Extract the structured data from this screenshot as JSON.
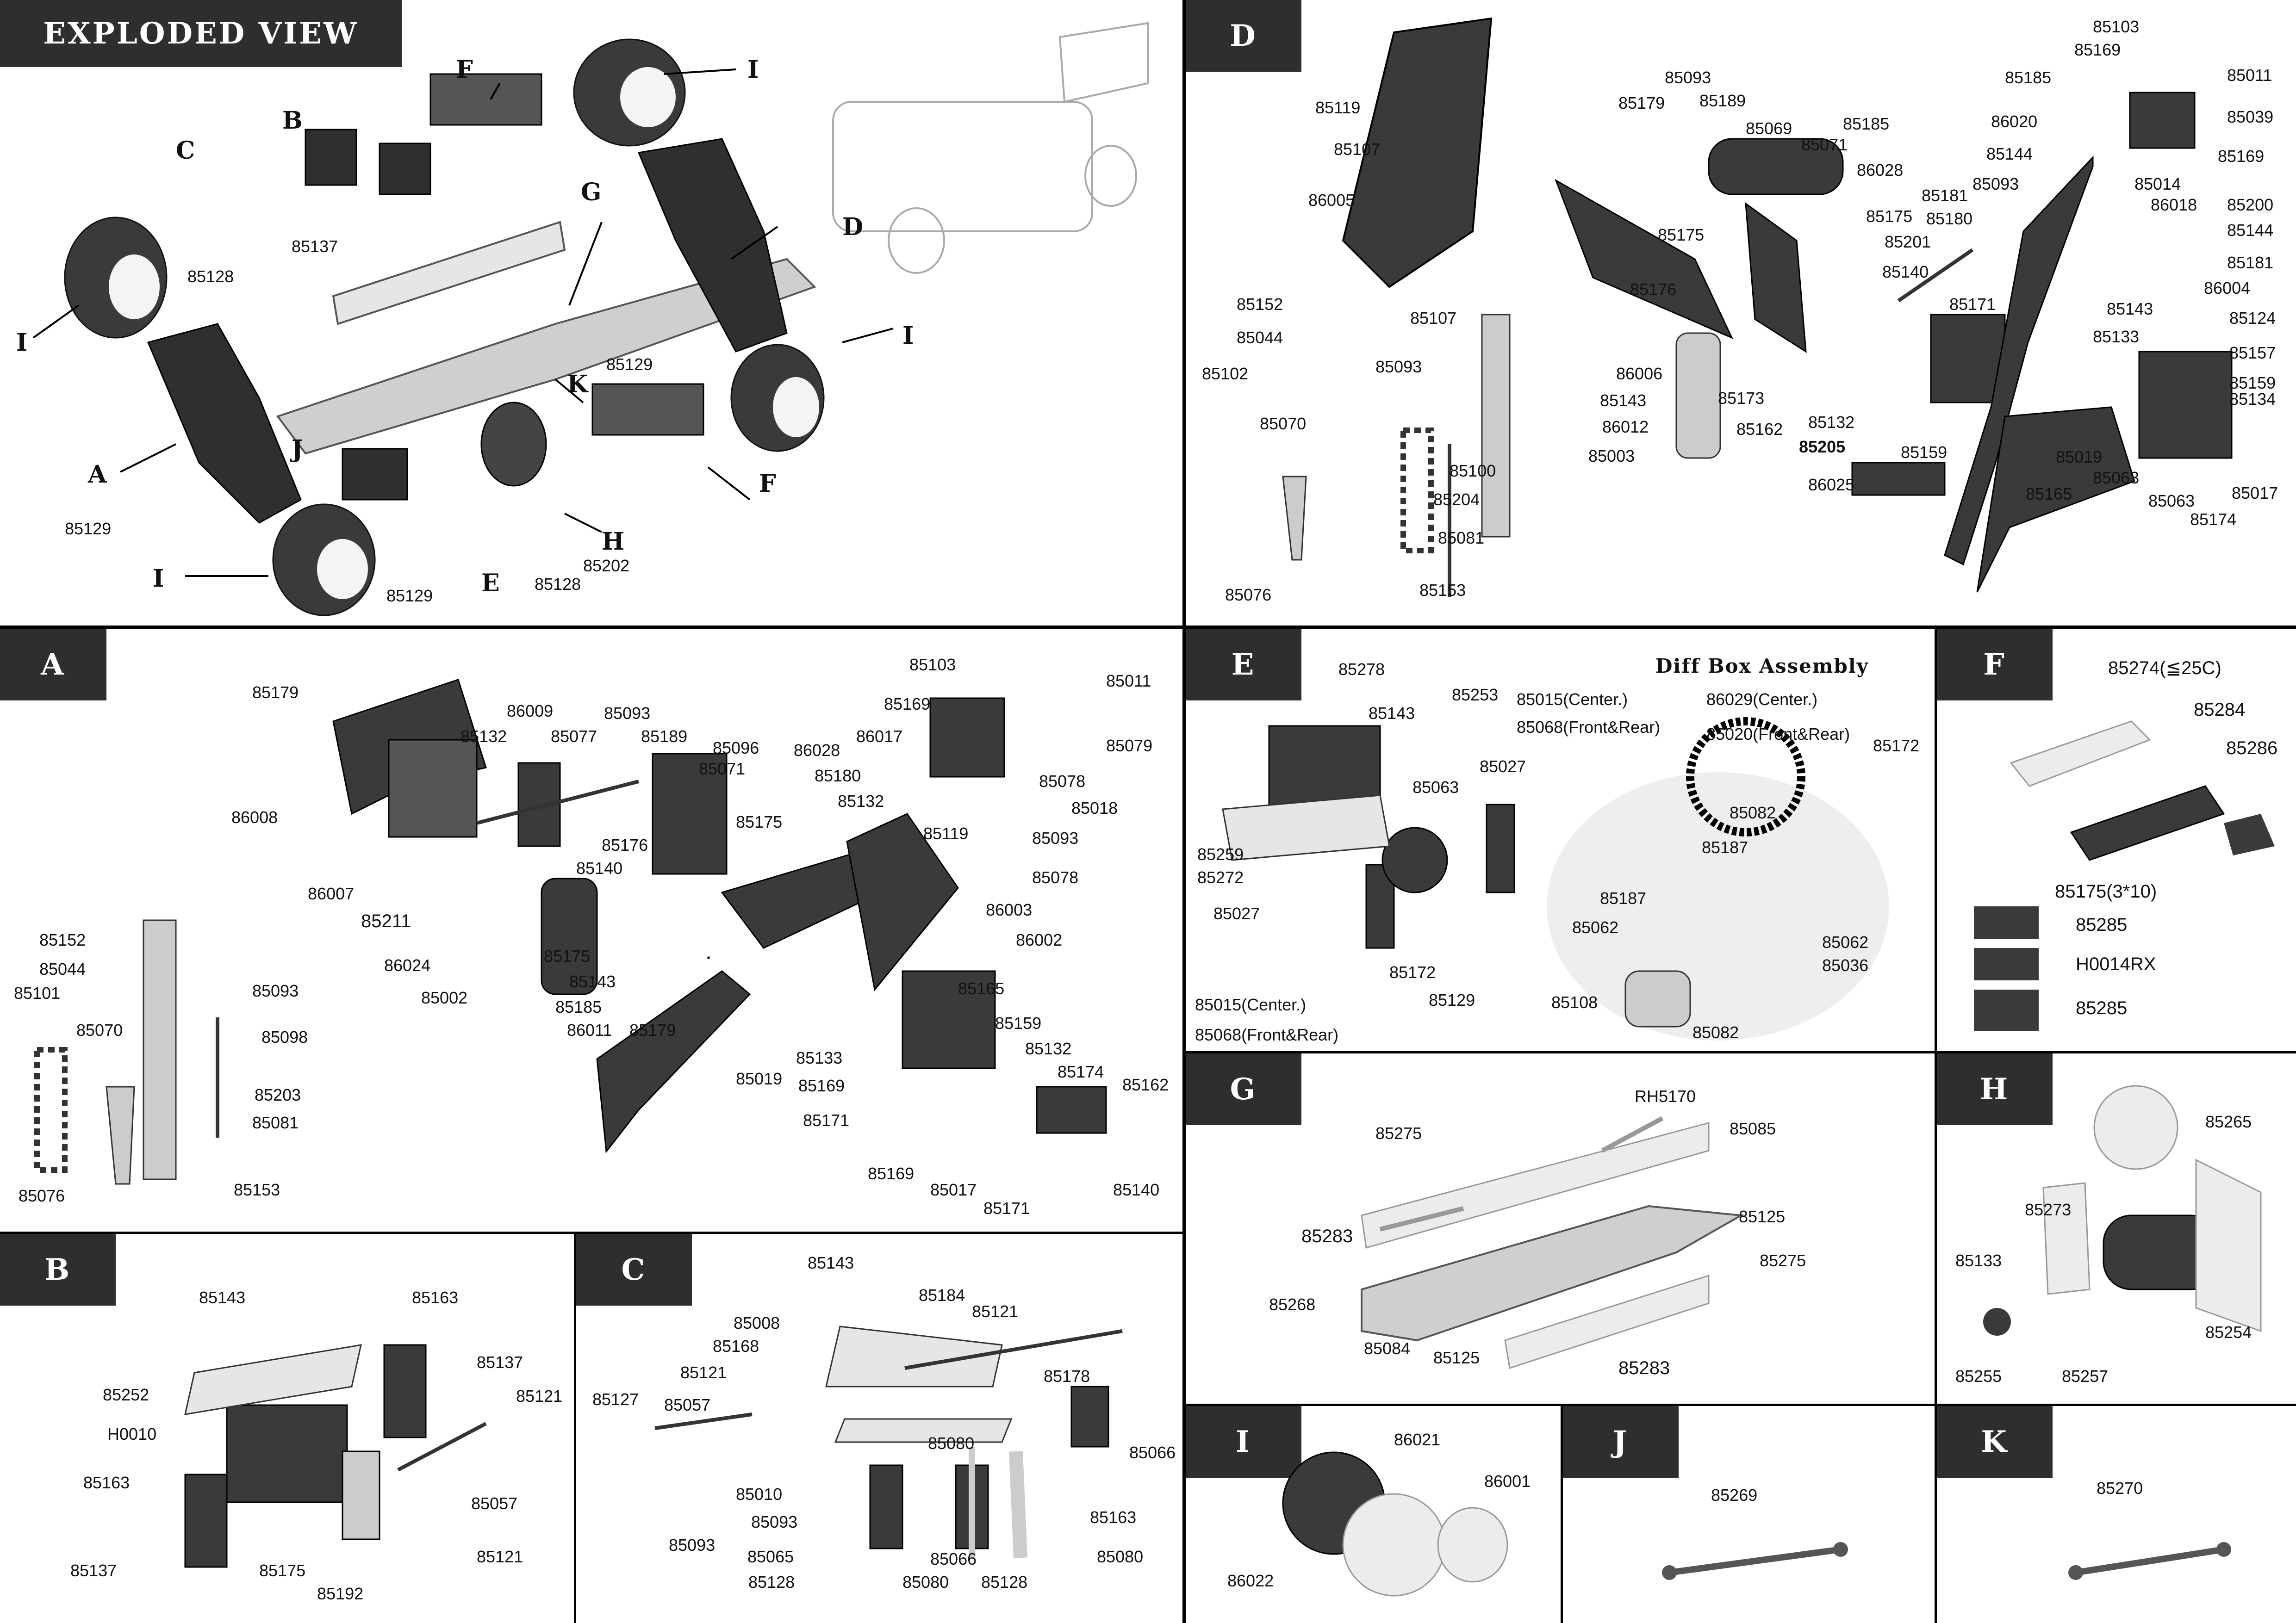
{
  "title": "EXPLODED VIEW",
  "exploded": {
    "labels": [
      "A",
      "B",
      "C",
      "D",
      "E",
      "F",
      "F",
      "G",
      "H",
      "I",
      "I",
      "I",
      "I",
      "J",
      "K"
    ],
    "parts": [
      "85137",
      "85128",
      "85129",
      "85129",
      "85129",
      "85128",
      "85202"
    ]
  },
  "panels": {
    "A": {
      "title": "A",
      "parts": [
        "85179",
        "86009",
        "85093",
        "85132",
        "85077",
        "85189",
        "85096",
        "86028",
        "86017",
        "85169",
        "85103",
        "85011",
        "86008",
        "85071",
        "85180",
        "85079",
        "85078",
        "85018",
        "85132",
        "85175",
        "85119",
        "85093",
        "85078",
        "86007",
        "85176",
        "85140",
        "86003",
        "85211",
        "86002",
        "86024",
        "85175",
        "85143",
        "85185",
        "86011",
        "85179",
        "85165",
        "85002",
        "85152",
        "85044",
        "85101",
        "85070",
        "85093",
        "85098",
        "85203",
        "85081",
        "85076",
        "85153",
        "85159",
        "85132",
        "85174",
        "85162",
        "85019",
        "85133",
        "85169",
        "85171",
        "85169",
        "85017",
        "85171",
        "85140"
      ]
    },
    "B": {
      "title": "B",
      "parts": [
        "85143",
        "85163",
        "85252",
        "85137",
        "H0010",
        "85121",
        "85163",
        "85057",
        "85137",
        "85175",
        "85192",
        "85121"
      ]
    },
    "C": {
      "title": "C",
      "parts": [
        "85143",
        "85184",
        "85008",
        "85121",
        "85168",
        "85121",
        "85127",
        "85057",
        "85178",
        "85080",
        "85066",
        "85010",
        "85093",
        "85163",
        "85065",
        "85093",
        "85066",
        "85080",
        "85128",
        "85080",
        "85128"
      ]
    },
    "D": {
      "title": "D",
      "parts": [
        "85103",
        "85169",
        "85011",
        "85093",
        "85185",
        "85039",
        "85119",
        "85179",
        "85189",
        "85069",
        "85071",
        "85185",
        "86020",
        "85107",
        "85144",
        "85169",
        "85014",
        "86028",
        "85093",
        "85181",
        "85200",
        "86005",
        "85180",
        "86018",
        "85144",
        "85175",
        "85175",
        "85201",
        "85181",
        "85176",
        "85140",
        "86004",
        "85152",
        "85171",
        "85143",
        "85124",
        "85107",
        "85044",
        "85093",
        "86006",
        "85133",
        "85157",
        "85102",
        "85159",
        "85143",
        "85173",
        "85134",
        "85070",
        "85100",
        "86012",
        "85162",
        "85132",
        "85205",
        "85003",
        "85159",
        "85019",
        "85063",
        "85017",
        "85204",
        "86025",
        "85165",
        "85063",
        "85174",
        "85081",
        "85076",
        "85153"
      ]
    },
    "E": {
      "title": "E",
      "subtitle": "Diff Box Assembly",
      "parts": [
        "85278",
        "85253",
        "85015(Center.)",
        "86029(Center.)",
        "85143",
        "85068(Front&Rear)",
        "85020(Front&Rear)",
        "85027",
        "85172",
        "85063",
        "85259",
        "85272",
        "85082",
        "85187",
        "85027",
        "85187",
        "85062",
        "85172",
        "85062",
        "85036",
        "85015(Center.)",
        "85129",
        "85108",
        "85082",
        "85068(Front&Rear)"
      ]
    },
    "F": {
      "title": "F",
      "parts": [
        "85274(≦25C)",
        "85284",
        "85286",
        "85175(3*10)",
        "85285",
        "H0014RX",
        "85285"
      ]
    },
    "G": {
      "title": "G",
      "parts": [
        "RH5170",
        "85275",
        "85085",
        "85283",
        "85125",
        "85275",
        "85268",
        "85084",
        "85125",
        "85283"
      ]
    },
    "H": {
      "title": "H",
      "parts": [
        "85265",
        "85273",
        "85133",
        "85254",
        "85255",
        "85257"
      ]
    },
    "I": {
      "title": "I",
      "parts": [
        "86021",
        "86001",
        "86022"
      ]
    },
    "J": {
      "title": "J",
      "parts": [
        "85269"
      ]
    },
    "K": {
      "title": "K",
      "parts": [
        "85270"
      ]
    }
  }
}
